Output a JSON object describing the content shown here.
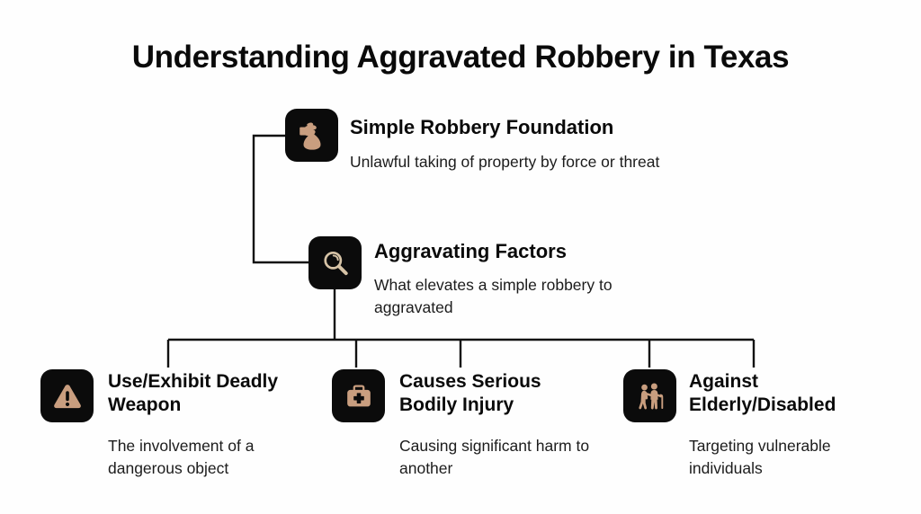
{
  "page": {
    "title": "Understanding Aggravated Robbery in Texas",
    "background_color": "#fefefe",
    "text_color": "#0a0a0a"
  },
  "theme": {
    "tile_background": "#0b0b0b",
    "icon_tan": "#c99e7f",
    "icon_cream": "#d6c3a6",
    "connector_color": "#111111"
  },
  "branches": [
    {
      "id": "simple-robbery",
      "icon": "money-bag-grab-icon",
      "icon_color": "#c99e7f",
      "heading": "Simple Robbery Foundation",
      "description": "Unlawful taking of property by force or threat"
    },
    {
      "id": "aggravating-factors",
      "icon": "magnifying-glass-icon",
      "icon_color": "#d6c3a6",
      "heading": "Aggravating Factors",
      "description": "What elevates a simple robbery to aggravated"
    }
  ],
  "factors": [
    {
      "id": "deadly-weapon",
      "icon": "warning-triangle-icon",
      "icon_color": "#c99e7f",
      "heading": "Use/Exhibit Deadly Weapon",
      "description": "The involvement of a dangerous object"
    },
    {
      "id": "bodily-injury",
      "icon": "first-aid-kit-icon",
      "icon_color": "#c99e7f",
      "heading": "Causes Serious Bodily Injury",
      "description": "Causing significant harm to another"
    },
    {
      "id": "elderly-disabled",
      "icon": "elderly-assistance-icon",
      "icon_color": "#c99e7f",
      "heading": "Against Elderly/Disabled",
      "description": "Targeting vulnerable individuals"
    }
  ]
}
